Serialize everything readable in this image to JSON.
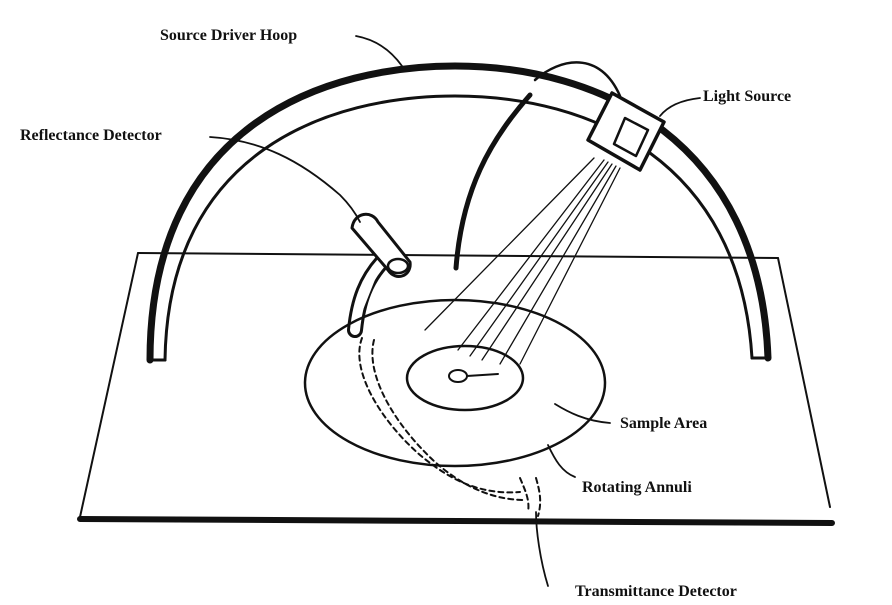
{
  "labels": {
    "source_driver_hoop": "Source Driver Hoop",
    "light_source": "Light Source",
    "reflectance_detector": "Reflectance Detector",
    "sample_area": "Sample Area",
    "rotating_annuli": "Rotating Annuli",
    "transmittance_detector": "Transmittance Detector"
  },
  "colors": {
    "ink": "#111111",
    "paper": "#ffffff"
  }
}
